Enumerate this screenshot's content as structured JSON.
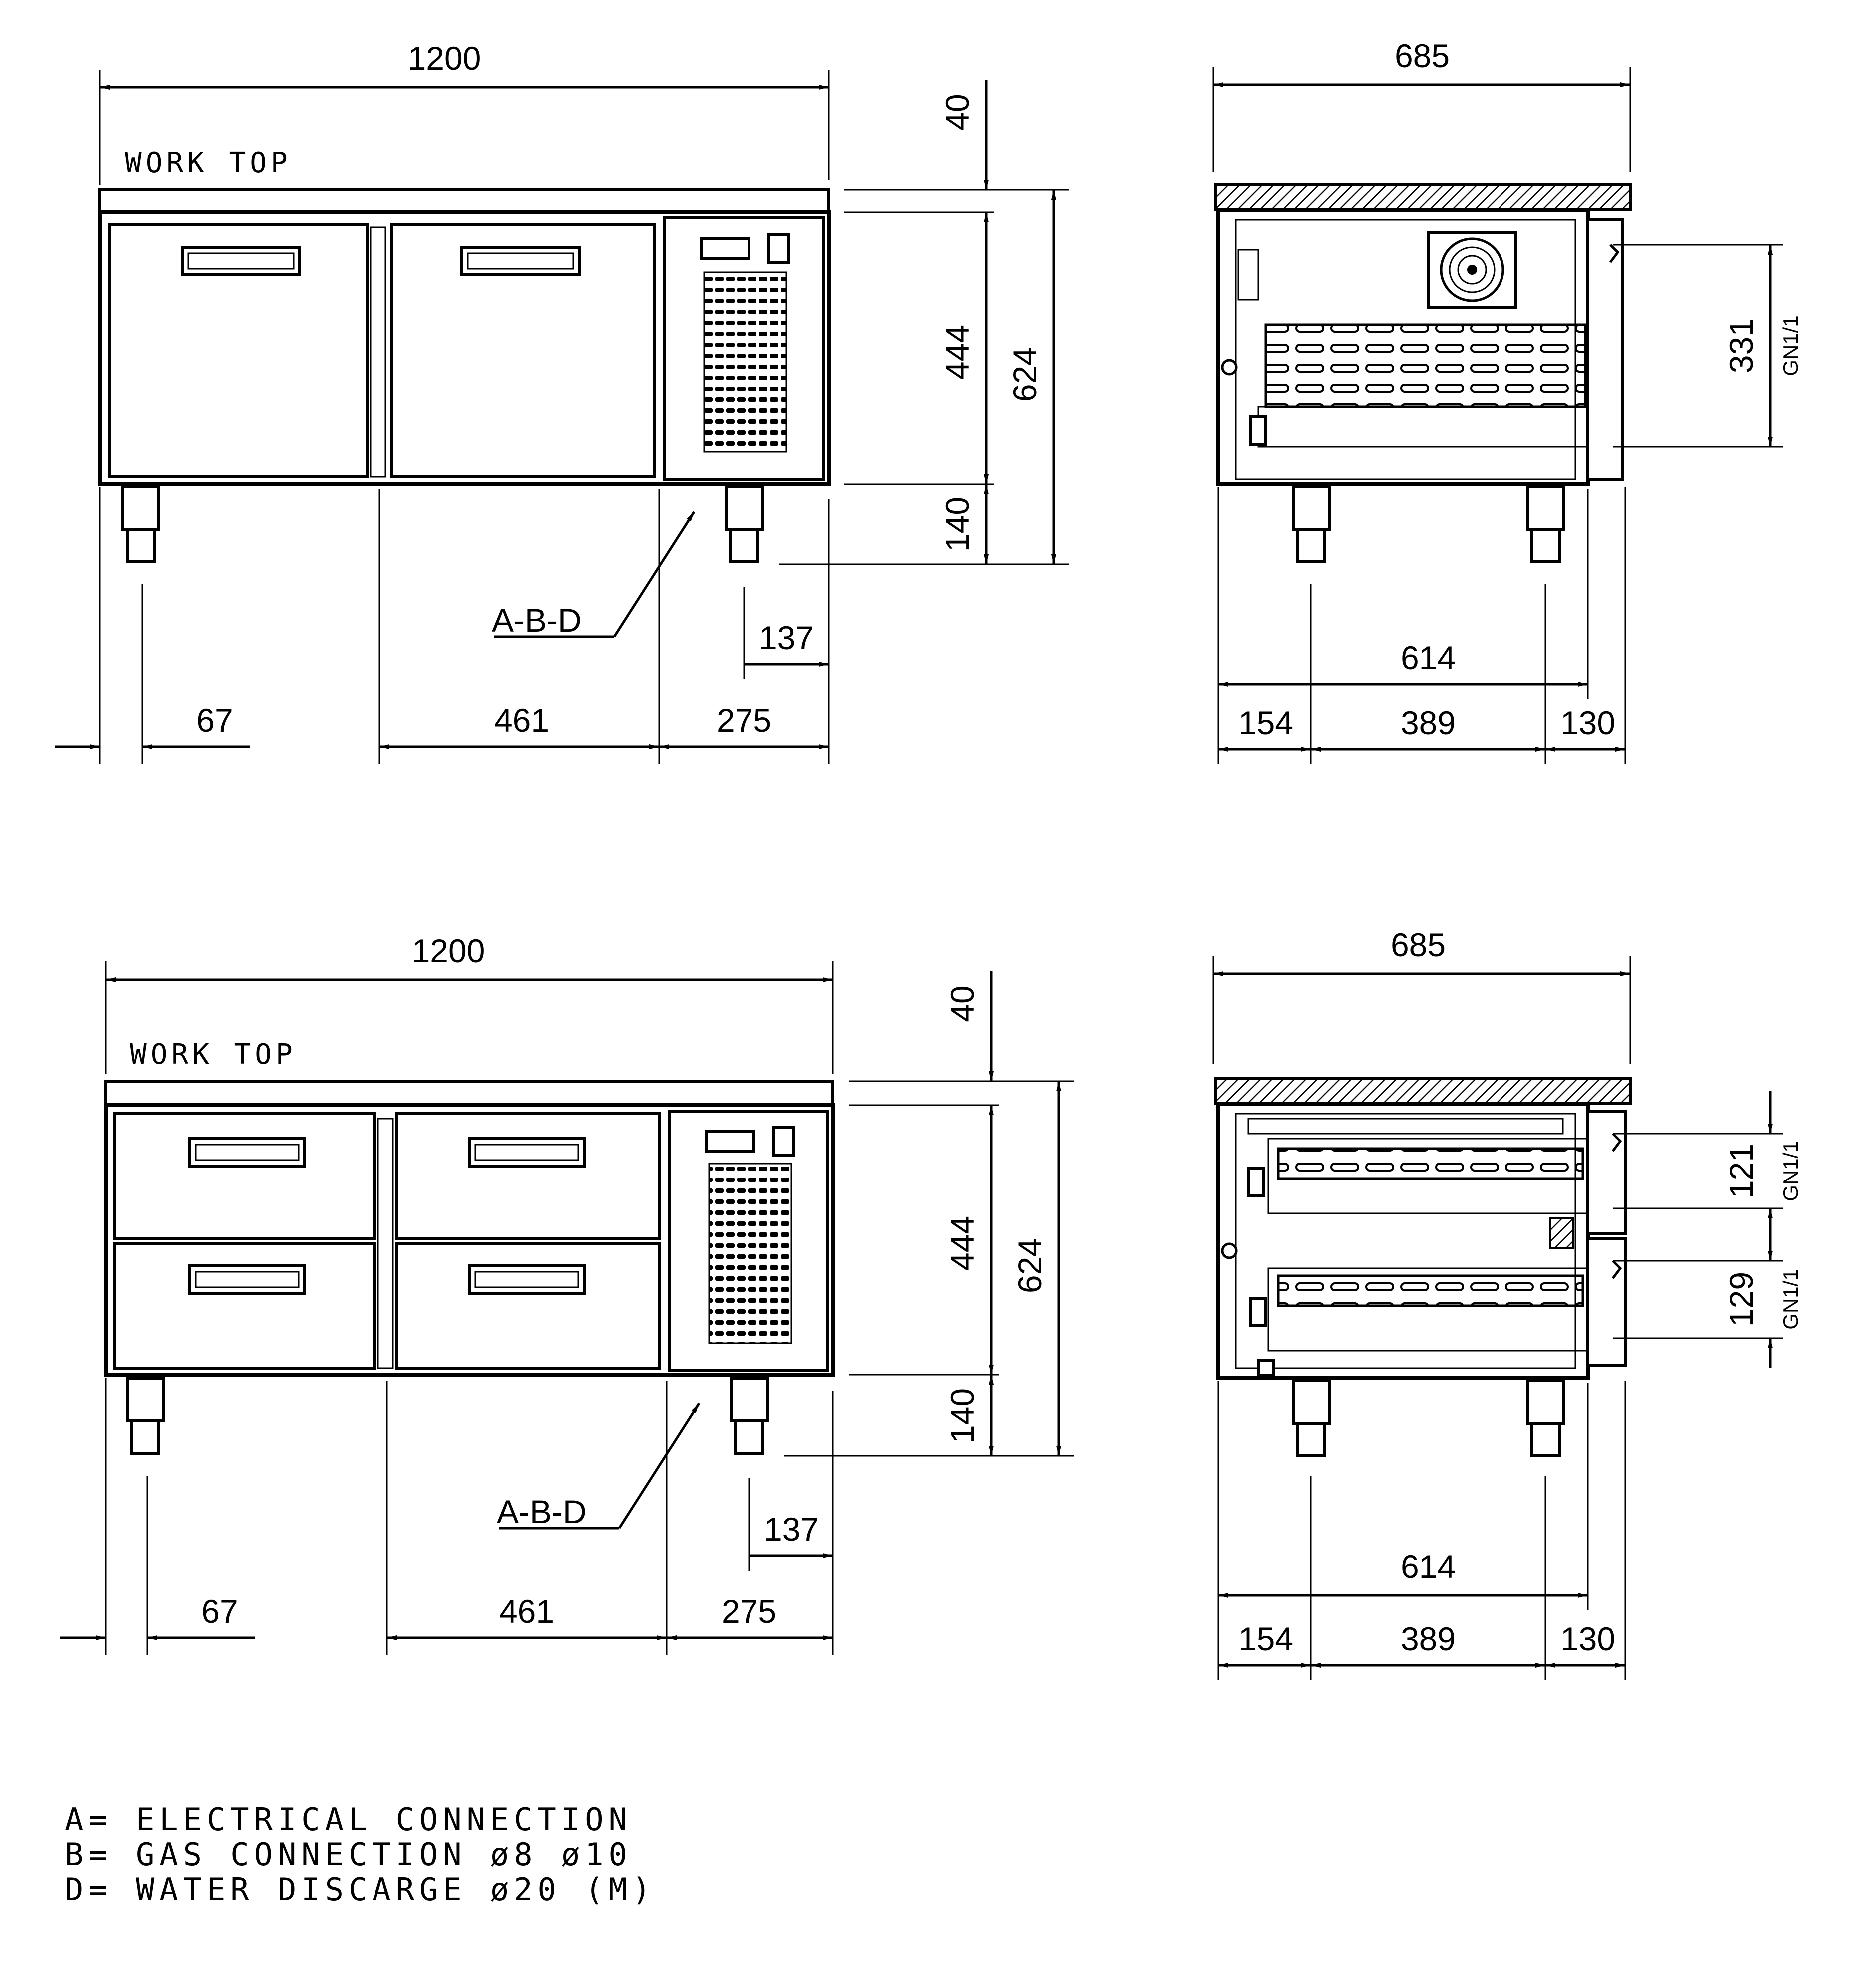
{
  "diagram": {
    "top": {
      "front": {
        "width_label": "1200",
        "worktop_label": "WORK TOP",
        "h_top": "40",
        "h_mid": "444",
        "h_total": "624",
        "h_bottom": "140",
        "connection_label": "A-B-D",
        "d_137": "137",
        "d_67": "67",
        "d_461": "461",
        "d_275": "275"
      },
      "side": {
        "width_label": "685",
        "gn_height": "331",
        "gn_label": "GN1/1",
        "d_614": "614",
        "d_154": "154",
        "d_389": "389",
        "d_130": "130"
      }
    },
    "bottom": {
      "front": {
        "width_label": "1200",
        "worktop_label": "WORK TOP",
        "h_top": "40",
        "h_mid": "444",
        "h_total": "624",
        "h_bottom": "140",
        "connection_label": "A-B-D",
        "d_137": "137",
        "d_67": "67",
        "d_461": "461",
        "d_275": "275"
      },
      "side": {
        "width_label": "685",
        "gn1_height": "121",
        "gn1_label": "GN1/1",
        "gn2_height": "129",
        "gn2_label": "GN1/1",
        "d_614": "614",
        "d_154": "154",
        "d_389": "389",
        "d_130": "130"
      }
    },
    "legend": [
      "A= ELECTRICAL CONNECTION",
      "B= GAS CONNECTION ø8 ø10",
      "D= WATER DISCARGE ø20 (M)"
    ]
  }
}
